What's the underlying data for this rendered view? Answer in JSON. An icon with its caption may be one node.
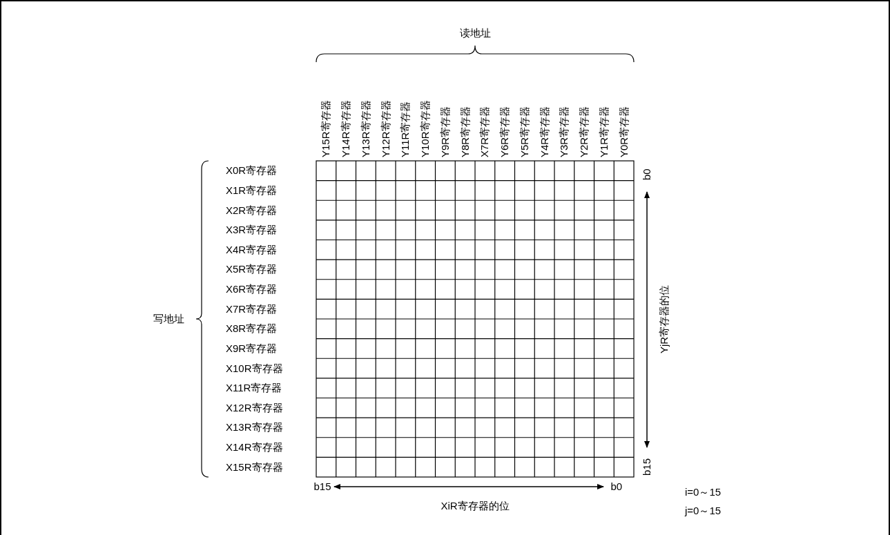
{
  "diagram": {
    "labels": [
      "读地址",
      "Y15R寄存器",
      "Y14R寄存器",
      "Y13R寄存器",
      "Y12R寄存器",
      "Y11R寄存器",
      "Y10R寄存器",
      "Y9R寄存器",
      "Y8R寄存器",
      "X7R寄存器",
      "Y6R寄存器",
      "Y5R寄存器",
      "Y4R寄存器",
      "Y3R寄存器",
      "Y2R寄存器",
      "Y1R寄存器",
      "Y0R寄存器",
      "b0",
      "X0R寄存器",
      "X1R寄存器",
      "X2R寄存器",
      "X3R寄存器",
      "X4R寄存器",
      "X5R寄存器",
      "X6R寄存器",
      "X7R寄存器",
      "X8R寄存器",
      "X9R寄存器",
      "X10R寄存器",
      "X11R寄存器",
      "X12R寄存器",
      "X13R寄存器",
      "X14R寄存器",
      "X15R寄存器",
      "写地址",
      "YjR寄存器的位",
      "b15",
      "b15",
      "b0",
      "XiR寄存器的位",
      "i=0～15",
      "j=0～15"
    ]
  }
}
